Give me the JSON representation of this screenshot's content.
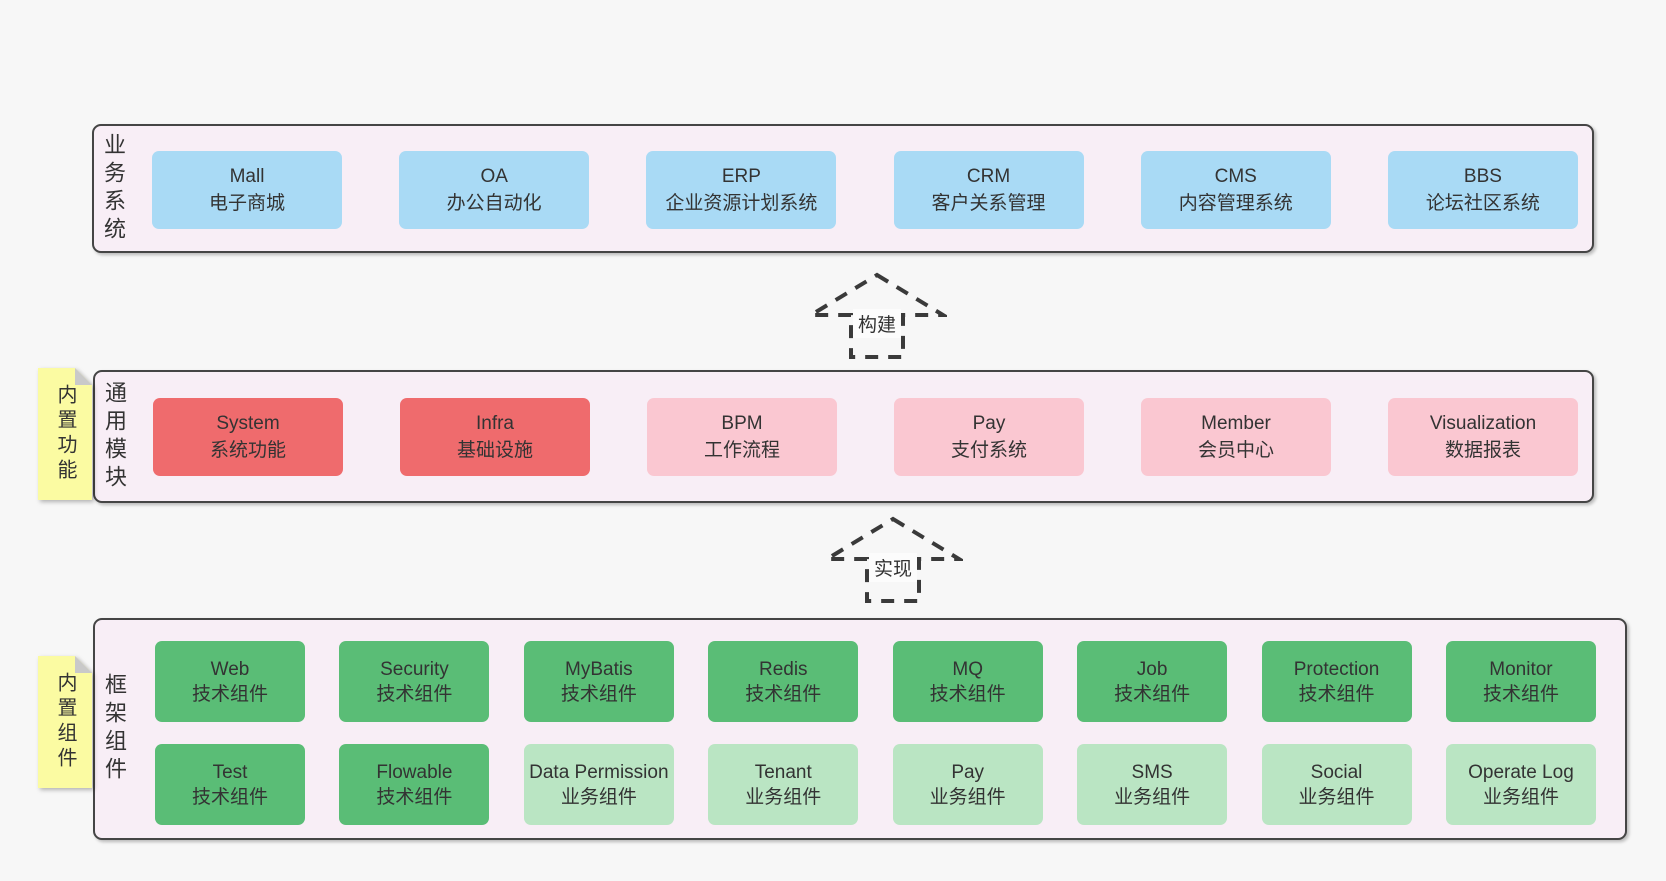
{
  "colors": {
    "page-bg": "#f7f7f7",
    "band-bg": "#f8eef6",
    "band-border": "#454545",
    "text": "#333333",
    "blue": "#a9daf5",
    "red": "#ef6b6d",
    "pink": "#fac7d1",
    "green-dark": "#5abd76",
    "green-light": "#bae5c3",
    "sticky-yellow": "#fbfba2",
    "sticky-fold": "#c9c9c9",
    "arrow": "#3a3a3a",
    "arrow-label-bg": "#fcfcfc"
  },
  "bands": [
    {
      "label": "业务系统",
      "boxes": [
        {
          "title": "Mall",
          "subtitle": "电子商城"
        },
        {
          "title": "OA",
          "subtitle": "办公自动化"
        },
        {
          "title": "ERP",
          "subtitle": "企业资源计划系统"
        },
        {
          "title": "CRM",
          "subtitle": "客户关系管理"
        },
        {
          "title": "CMS",
          "subtitle": "内容管理系统"
        },
        {
          "title": "BBS",
          "subtitle": "论坛社区系统"
        }
      ]
    },
    {
      "label": "通用模块",
      "sticky": "内置功能",
      "boxes": [
        {
          "title": "System",
          "subtitle": "系统功能"
        },
        {
          "title": "Infra",
          "subtitle": "基础设施"
        },
        {
          "title": "BPM",
          "subtitle": "工作流程"
        },
        {
          "title": "Pay",
          "subtitle": "支付系统"
        },
        {
          "title": "Member",
          "subtitle": "会员中心"
        },
        {
          "title": "Visualization",
          "subtitle": "数据报表"
        }
      ]
    },
    {
      "label": "框架组件",
      "sticky": "内置组件",
      "rows": [
        [
          {
            "title": "Web",
            "subtitle": "技术组件"
          },
          {
            "title": "Security",
            "subtitle": "技术组件"
          },
          {
            "title": "MyBatis",
            "subtitle": "技术组件"
          },
          {
            "title": "Redis",
            "subtitle": "技术组件"
          },
          {
            "title": "MQ",
            "subtitle": "技术组件"
          },
          {
            "title": "Job",
            "subtitle": "技术组件"
          },
          {
            "title": "Protection",
            "subtitle": "技术组件"
          },
          {
            "title": "Monitor",
            "subtitle": "技术组件"
          }
        ],
        [
          {
            "title": "Test",
            "subtitle": "技术组件"
          },
          {
            "title": "Flowable",
            "subtitle": "技术组件"
          },
          {
            "title": "Data Permission",
            "subtitle": "业务组件"
          },
          {
            "title": "Tenant",
            "subtitle": "业务组件"
          },
          {
            "title": "Pay",
            "subtitle": "业务组件"
          },
          {
            "title": "SMS",
            "subtitle": "业务组件"
          },
          {
            "title": "Social",
            "subtitle": "业务组件"
          },
          {
            "title": "Operate Log",
            "subtitle": "业务组件"
          }
        ]
      ]
    }
  ],
  "arrows": [
    {
      "label": "构建"
    },
    {
      "label": "实现"
    }
  ]
}
